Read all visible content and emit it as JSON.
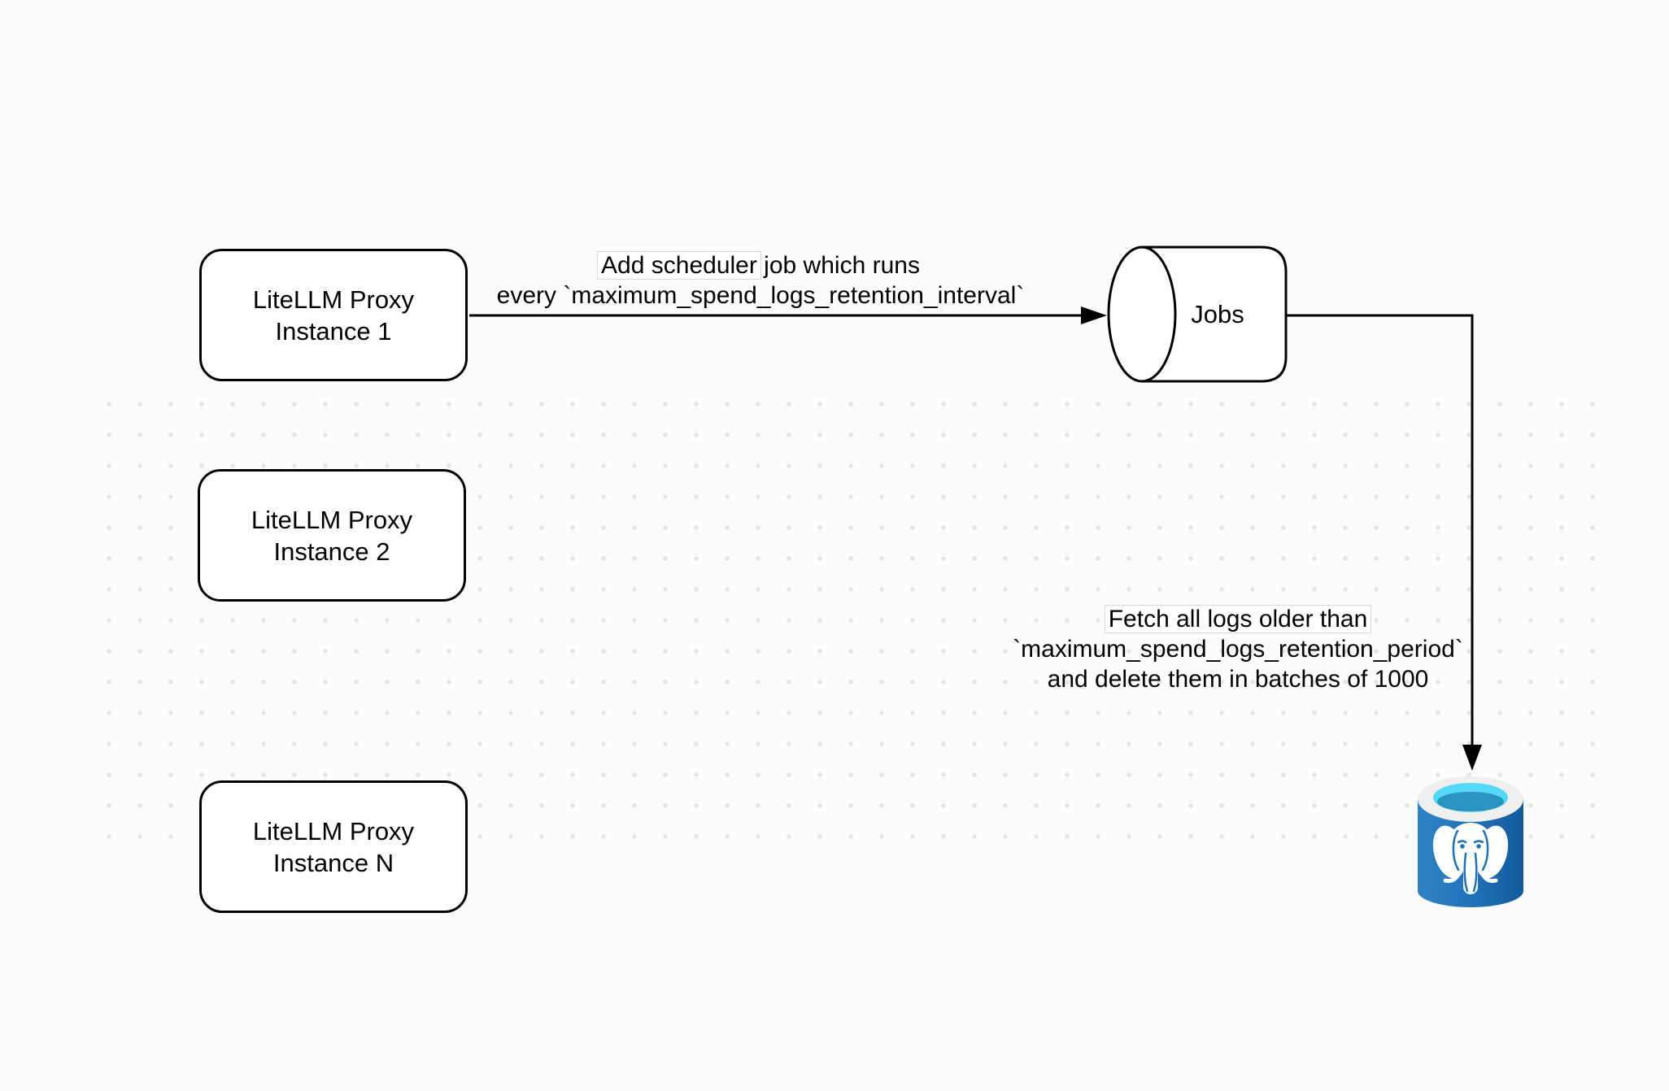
{
  "canvas": {
    "background": "#fcfcfc",
    "dot_color": "#e4e4e4"
  },
  "nodes": {
    "instances": [
      {
        "line1": "LiteLLM Proxy",
        "line2": "Instance 1"
      },
      {
        "line1": "LiteLLM Proxy",
        "line2": "Instance 2"
      },
      {
        "line1": "LiteLLM Proxy",
        "line2": "Instance N"
      }
    ],
    "queue": {
      "label": "Jobs"
    },
    "database": {
      "icon": "postgresql-database-icon"
    }
  },
  "edges": {
    "add_scheduler": {
      "line1_highlight": "Add scheduler",
      "line1_rest": " job which runs",
      "line2": "every `maximum_spend_logs_retention_interval`"
    },
    "fetch_delete": {
      "line1": "Fetch all logs older than",
      "line2": "`maximum_spend_logs_retention_period`",
      "line3": "and delete them in batches of 1000"
    }
  },
  "colors": {
    "stroke": "#000000",
    "node_fill": "#ffffff",
    "label_chip_bg": "#ffffff",
    "label_chip_border": "#d8d8d8",
    "pg_body_blue": "#1f71b8",
    "pg_body_dark": "#135a9c",
    "pg_rim": "#efefef",
    "pg_opening_cyan": "#55d9f8",
    "pg_liquid": "#2a93c0"
  }
}
